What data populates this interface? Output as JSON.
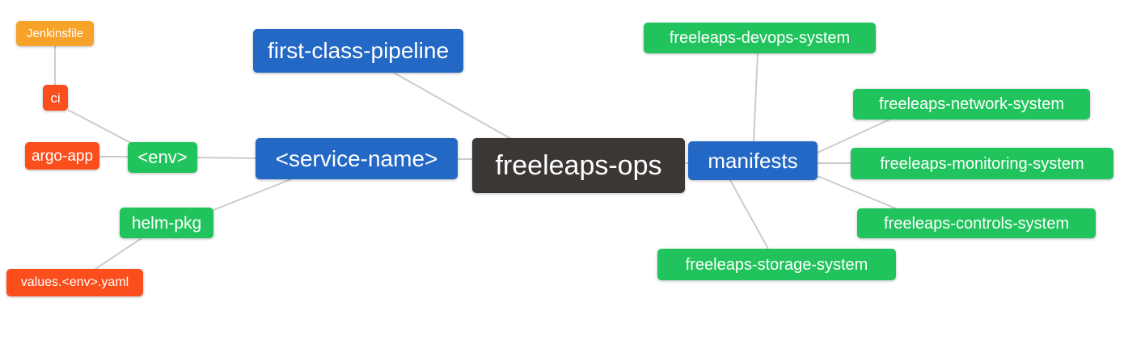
{
  "diagram": {
    "type": "mindmap",
    "background": "#ffffff",
    "edge_color": "#cccccc",
    "palette": {
      "root_dark": "#3b3735",
      "branch_blue": "#2368c4",
      "leaf_green": "#21c45c",
      "leaf_red": "#fb4e1d",
      "leaf_amber": "#f7a229",
      "text": "#ffffff"
    },
    "nodes": {
      "root": {
        "label": "freeleaps-ops"
      },
      "first_class_pipeline": {
        "label": "first-class-pipeline"
      },
      "service_name": {
        "label": "<service-name>"
      },
      "env": {
        "label": "<env>"
      },
      "ci": {
        "label": "ci"
      },
      "jenkinsfile": {
        "label": "Jenkinsfile"
      },
      "argo_app": {
        "label": "argo-app"
      },
      "helm_pkg": {
        "label": "helm-pkg"
      },
      "values_env_yaml": {
        "label": "values.<env>.yaml"
      },
      "manifests": {
        "label": "manifests"
      },
      "devops_system": {
        "label": "freeleaps-devops-system"
      },
      "network_system": {
        "label": "freeleaps-network-system"
      },
      "monitoring_system": {
        "label": "freeleaps-monitoring-system"
      },
      "controls_system": {
        "label": "freeleaps-controls-system"
      },
      "storage_system": {
        "label": "freeleaps-storage-system"
      }
    },
    "edges": [
      {
        "from": "jenkinsfile",
        "to": "ci"
      },
      {
        "from": "ci",
        "to": "env"
      },
      {
        "from": "argo_app",
        "to": "env"
      },
      {
        "from": "env",
        "to": "service_name"
      },
      {
        "from": "helm_pkg",
        "to": "service_name"
      },
      {
        "from": "values_env_yaml",
        "to": "helm_pkg"
      },
      {
        "from": "first_class_pipeline",
        "to": "root"
      },
      {
        "from": "service_name",
        "to": "root"
      },
      {
        "from": "root",
        "to": "manifests"
      },
      {
        "from": "manifests",
        "to": "devops_system"
      },
      {
        "from": "manifests",
        "to": "network_system"
      },
      {
        "from": "manifests",
        "to": "monitoring_system"
      },
      {
        "from": "manifests",
        "to": "controls_system"
      },
      {
        "from": "manifests",
        "to": "storage_system"
      }
    ]
  }
}
